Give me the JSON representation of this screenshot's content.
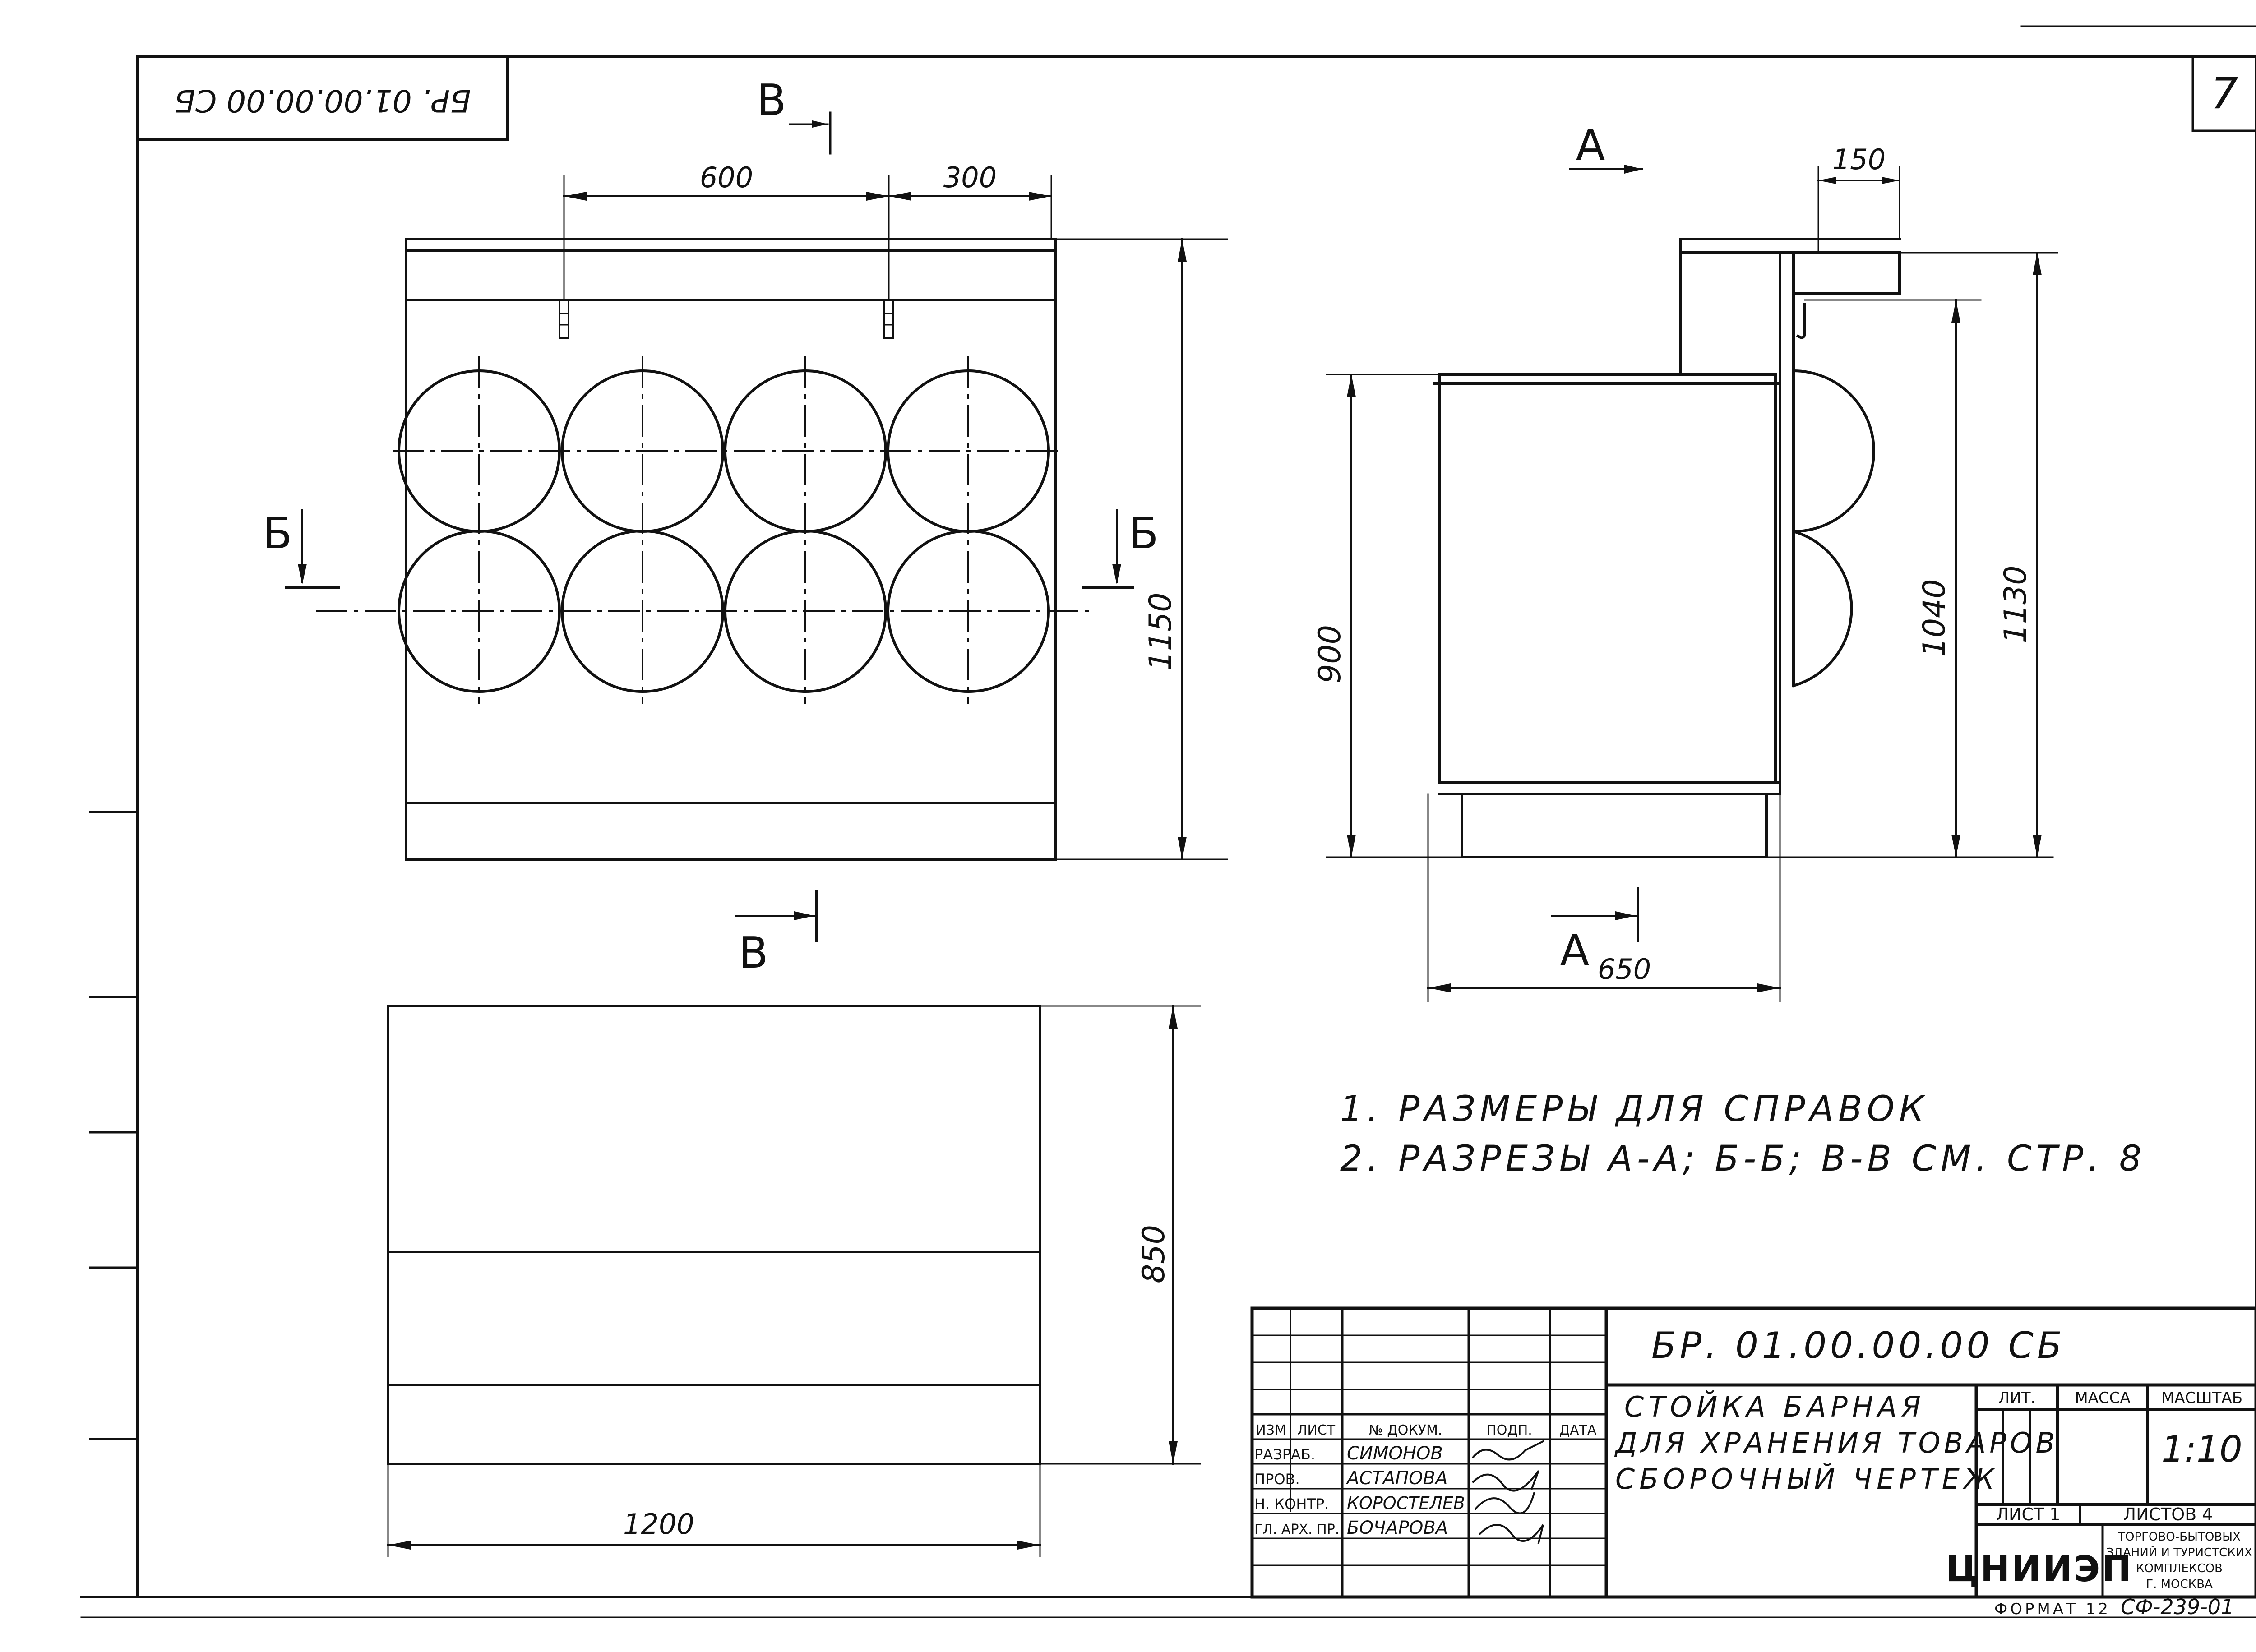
{
  "sheet": {
    "sheet_number": "7",
    "code_rotated": "БР. 01.00.00.00 СБ",
    "format_label": "ФОРМАТ 12",
    "format_code": "СФ-239-01"
  },
  "section_marks": {
    "v": "В",
    "b": "Б",
    "a": "А"
  },
  "dimensions": {
    "front_600": "600",
    "front_300": "300",
    "front_1150": "1150",
    "side_150": "150",
    "side_900": "900",
    "side_1040": "1040",
    "side_1130": "1130",
    "side_650": "650",
    "plan_850": "850",
    "plan_1200": "1200"
  },
  "notes": [
    "1. РАЗМЕРЫ ДЛЯ СПРАВОК",
    "2. РАЗРЕЗЫ А-А; Б-Б; В-В СМ. СТР. 8"
  ],
  "title_block": {
    "designation": "БР. 01.00.00.00 СБ",
    "name_lines": [
      "СТОЙКА БАРНАЯ",
      "ДЛЯ ХРАНЕНИЯ ТОВАРОВ",
      "СБОРОЧНЫЙ ЧЕРТЕЖ"
    ],
    "headers": [
      "ИЗМ",
      "ЛИСТ",
      "№ ДОКУМ.",
      "ПОДП.",
      "ДАТА"
    ],
    "roles": [
      {
        "role": "РАЗРАБ.",
        "name": "СИМОНОВ"
      },
      {
        "role": "ПРОВ.",
        "name": "АСТАПОВА"
      },
      {
        "role": "Н. КОНТР.",
        "name": "КОРОСТЕЛЕВ"
      },
      {
        "role": "ГЛ. АРХ. ПР.",
        "name": "БОЧАРОВА"
      }
    ],
    "lit_label": "ЛИТ.",
    "mass_label": "МАССА",
    "scale_label": "МАСШТАБ",
    "scale_value": "1:10",
    "sheet_label": "ЛИСТ 1",
    "sheets_label": "ЛИСТОВ 4",
    "org_logo": "ЦНИИЭП",
    "org_lines": [
      "ТОРГОВО-БЫТОВЫХ",
      "ЗДАНИЙ И ТУРИСТСКИХ",
      "КОМПЛЕКСОВ",
      "Г. МОСКВА"
    ]
  }
}
